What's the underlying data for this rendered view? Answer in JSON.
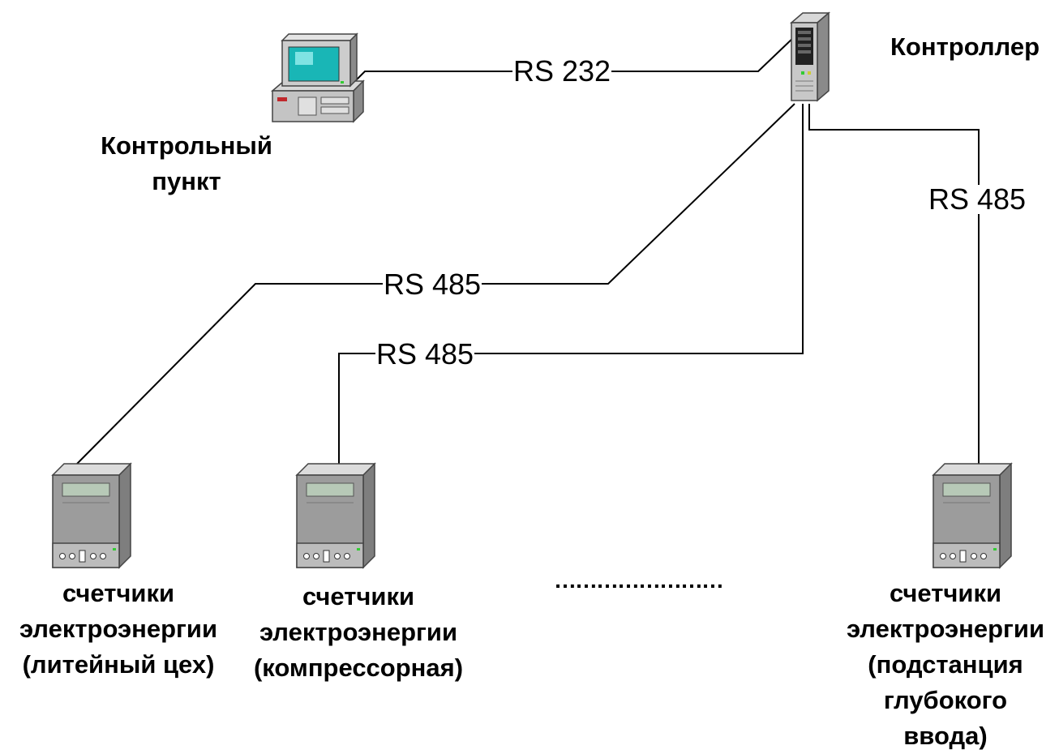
{
  "nodes": {
    "control_point": {
      "label_line1": "Контрольный",
      "label_line2": "пункт"
    },
    "controller": {
      "label": "Контроллер"
    },
    "meter_foundry": {
      "line1": "счетчики",
      "line2": "электроэнергии",
      "line3": "(литейный цех)"
    },
    "meter_compressor": {
      "line1": "счетчики",
      "line2": "электроэнергии",
      "line3": "(компрессорная)"
    },
    "meter_substation": {
      "line1": "счетчики",
      "line2": "электроэнергии",
      "line3": "(подстанция",
      "line4": "глубокого",
      "line5": "ввода)"
    }
  },
  "links": {
    "pc_controller": "RS 232",
    "controller_foundry": "RS 485",
    "controller_compressor": "RS 485",
    "controller_substation": "RS 485"
  },
  "ellipsis": "……………………"
}
